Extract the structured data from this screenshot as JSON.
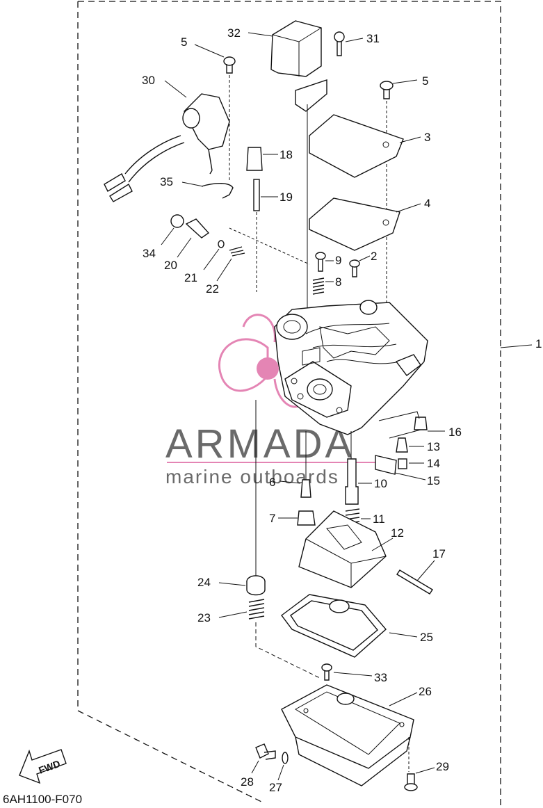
{
  "diagram_code": "6AH1100-F070",
  "fwd_label": "FWD",
  "watermark": {
    "title": "ARMADA",
    "subtitle": "marine outboards",
    "accent_color": "#e070a8"
  },
  "callouts": {
    "c1": "1",
    "c2": "2",
    "c3": "3",
    "c4": "4",
    "c5a": "5",
    "c5b": "5",
    "c6": "6",
    "c7": "7",
    "c8": "8",
    "c9": "9",
    "c10": "10",
    "c11": "11",
    "c12": "12",
    "c13": "13",
    "c14": "14",
    "c15": "15",
    "c16": "16",
    "c17": "17",
    "c18": "18",
    "c19": "19",
    "c20": "20",
    "c21": "21",
    "c22": "22",
    "c23": "23",
    "c24": "24",
    "c25": "25",
    "c26": "26",
    "c27": "27",
    "c28": "28",
    "c29": "29",
    "c30": "30",
    "c31": "31",
    "c32": "32",
    "c33": "33",
    "c34": "34",
    "c35": "35"
  }
}
